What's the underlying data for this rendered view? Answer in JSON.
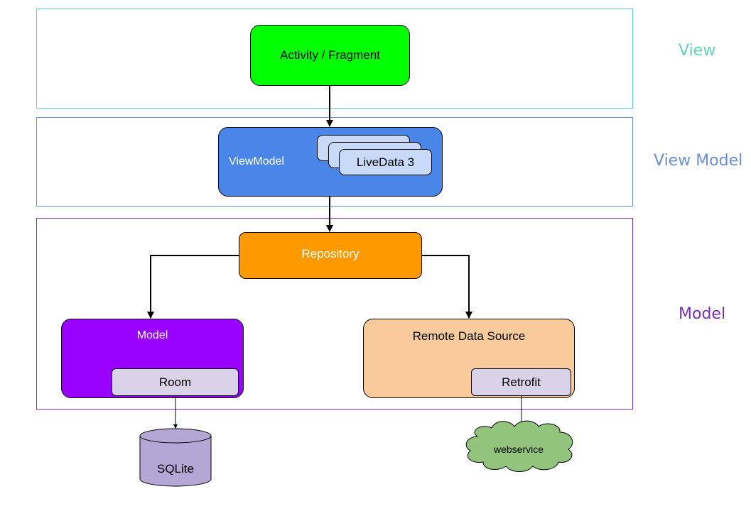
{
  "layers": {
    "view": {
      "label": "View",
      "color": "#5fd3b3"
    },
    "view_model": {
      "label": "View Model",
      "color": "#6b8fd4"
    },
    "model": {
      "label": "Model",
      "color": "#7a2fb5"
    }
  },
  "nodes": {
    "activity_fragment": {
      "label": "Activity / Fragment",
      "color": "#00ff00"
    },
    "view_model": {
      "label": "ViewModel",
      "color": "#4a86e8"
    },
    "live_data": {
      "label": "LiveData 3",
      "color": "#c9daf8"
    },
    "repository": {
      "label": "Repository",
      "color": "#ff9900"
    },
    "model": {
      "label": "Model",
      "color": "#9900ff"
    },
    "room": {
      "label": "Room",
      "color": "#d9d2e9"
    },
    "remote_data_source": {
      "label": "Remote Data Source",
      "color": "#f9cb9c"
    },
    "retrofit": {
      "label": "Retrofit",
      "color": "#d9d2e9"
    },
    "sqlite": {
      "label": "SQLite",
      "color": "#b4a7d6"
    },
    "webservice": {
      "label": "webservice",
      "color": "#93c47d"
    }
  }
}
